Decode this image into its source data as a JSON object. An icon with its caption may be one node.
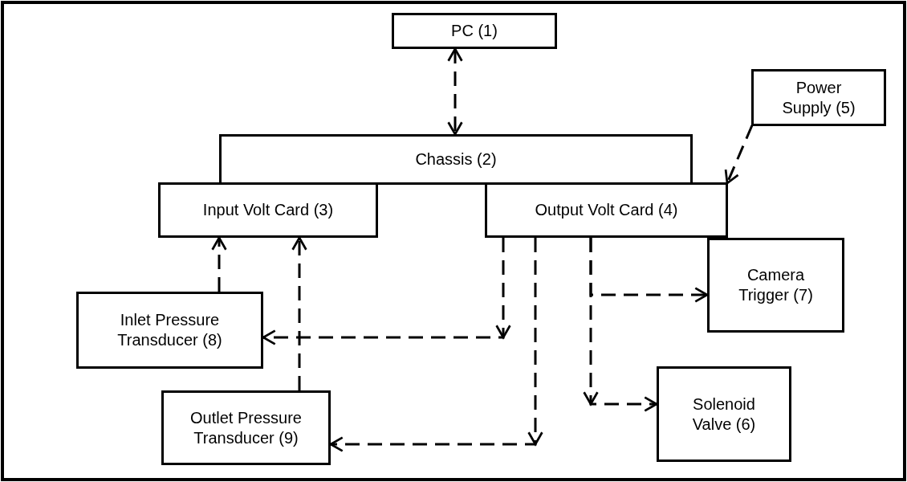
{
  "diagram": {
    "nodes": [
      {
        "text": [
          "PC (1)"
        ]
      },
      {
        "text": [
          "Chassis (2)"
        ]
      },
      {
        "text": [
          "Input Volt Card (3)"
        ]
      },
      {
        "text": [
          "Output Volt Card (4)"
        ]
      },
      {
        "text": [
          "Power Supply (5)"
        ]
      },
      {
        "text": [
          "Camera Trigger (7)"
        ]
      },
      {
        "text": [
          "Inlet Pressure Transducer (8)"
        ]
      },
      {
        "text": [
          "Solenoid Valve (6)"
        ]
      },
      {
        "text": [
          "Outlet Pressure Transducer (9)"
        ]
      }
    ],
    "edges": [
      {
        "from": 0,
        "to": 1,
        "arrow": "both",
        "style": "dashed"
      },
      {
        "from": 4,
        "to": 3,
        "arrow": "to",
        "style": "dashed"
      },
      {
        "from": 6,
        "to": 2,
        "arrow": "to",
        "style": "dashed"
      },
      {
        "from": 8,
        "to": 2,
        "arrow": "to",
        "style": "dashed"
      },
      {
        "from": 3,
        "to": 6,
        "arrow": "to",
        "style": "dashed"
      },
      {
        "from": 3,
        "to": 8,
        "arrow": "to",
        "style": "dashed"
      },
      {
        "from": 3,
        "to": 5,
        "arrow": "to",
        "style": "dashed"
      },
      {
        "from": 3,
        "to": 7,
        "arrow": "to",
        "style": "dashed"
      }
    ]
  }
}
